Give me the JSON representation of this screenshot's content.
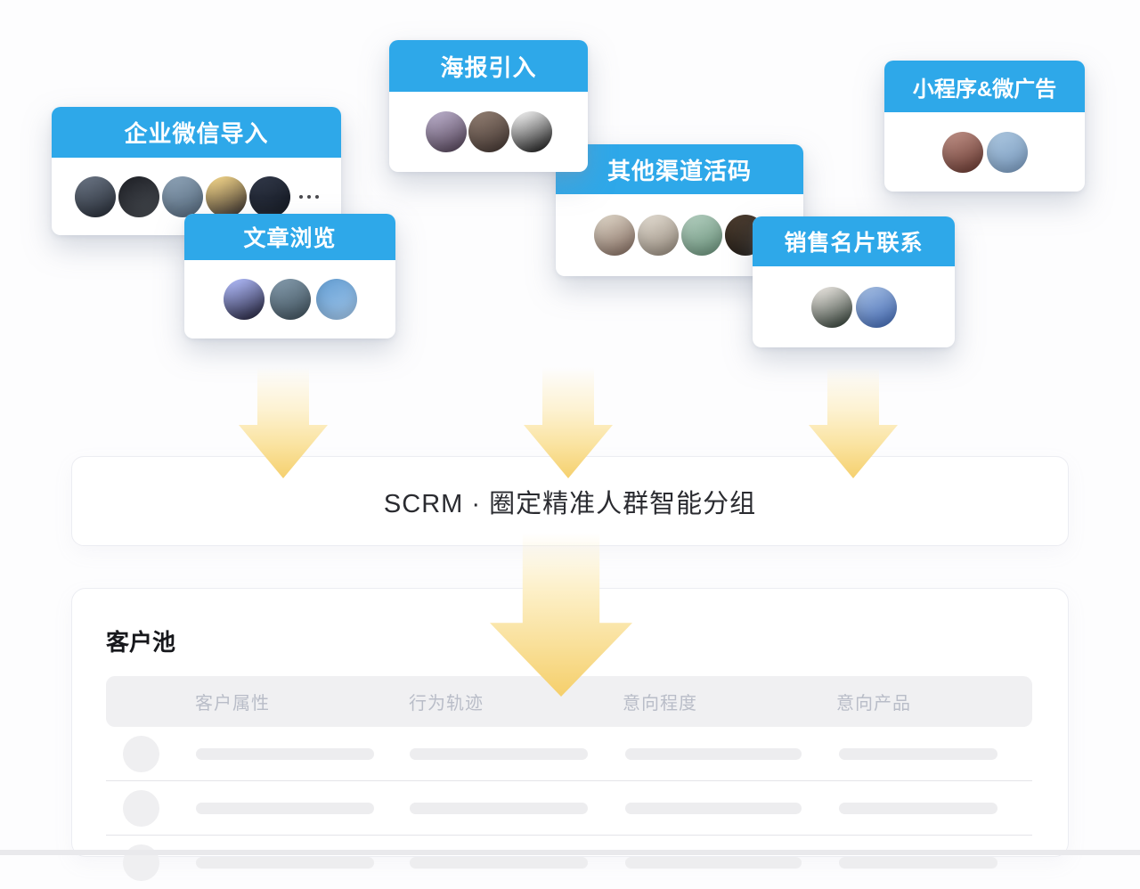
{
  "source_cards": [
    {
      "title": "企业微信导入",
      "avatars": [
        [
          "#66707f",
          "#2c323c"
        ],
        [
          "#23252b",
          "#45494f"
        ],
        [
          "#8ba0b4",
          "#596d80"
        ],
        [
          "#eccf86",
          "#443a31"
        ],
        [
          "#2f3646",
          "#151a24"
        ]
      ],
      "has_more": true
    },
    {
      "title": "文章浏览",
      "avatars": [
        [
          "#aab4f2",
          "#2f2f4a"
        ],
        [
          "#8097a8",
          "#445560"
        ],
        [
          "#6ba3d6",
          "#9bc2e8"
        ]
      ]
    },
    {
      "title": "海报引入",
      "avatars": [
        [
          "#b6aac6",
          "#594a5e"
        ],
        [
          "#8d7a6e",
          "#483b36"
        ],
        [
          "#e9e9e9",
          "#2c2c2c"
        ]
      ]
    },
    {
      "title": "其他渠道活码",
      "avatars": [
        [
          "#d9cfc1",
          "#8a7468"
        ],
        [
          "#ded7cc",
          "#9a8f82"
        ],
        [
          "#aecbbb",
          "#6f957f"
        ],
        [
          "#4a3b2e",
          "#221c15"
        ]
      ]
    },
    {
      "title": "销售名片联系",
      "avatars": [
        [
          "#e2dfd9",
          "#3f4a42"
        ],
        [
          "#9db8e0",
          "#4a6fb5"
        ]
      ]
    },
    {
      "title": "小程序&微广告",
      "avatars": [
        [
          "#b98a80",
          "#6e4038"
        ],
        [
          "#a8c4de",
          "#7d9dc0"
        ]
      ]
    }
  ],
  "scrm_banner": {
    "label": "SCRM · 圈定精准人群智能分组"
  },
  "customer_pool": {
    "title": "客户池",
    "columns": [
      "客户属性",
      "行为轨迹",
      "意向程度",
      "意向产品"
    ],
    "row_count": 3
  },
  "colors": {
    "card_header_blue": "#2EA8E9",
    "arrow_yellow": "#F5D06E",
    "table_header_bg": "#F0F0F2",
    "table_header_text": "#B9BDC8",
    "placeholder_gray": "#EDEDEF",
    "banner_text": "#2A2B30"
  }
}
